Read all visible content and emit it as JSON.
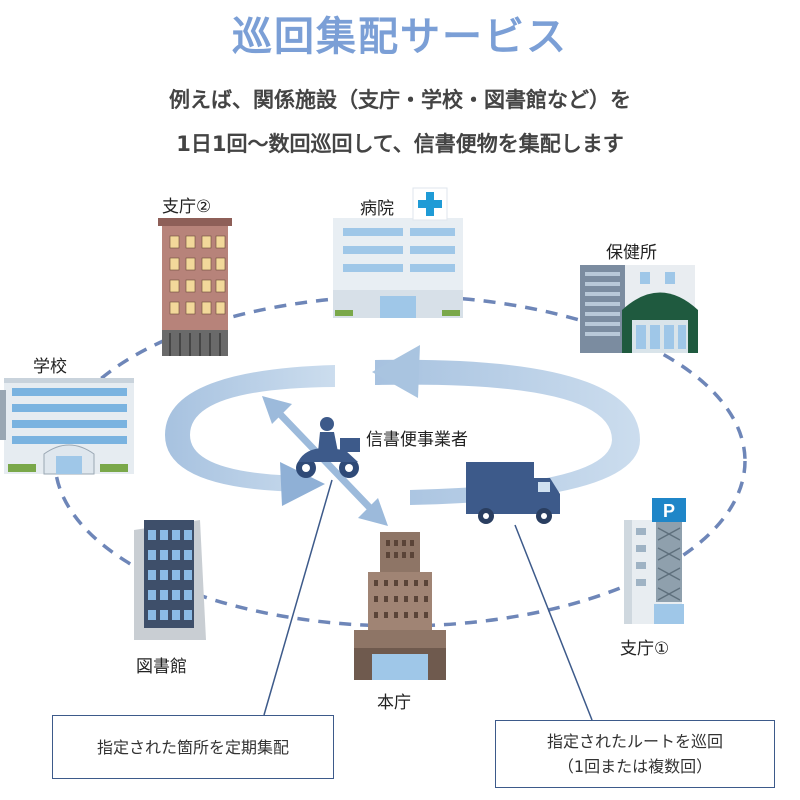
{
  "header": {
    "title": "巡回集配サービス",
    "line1": "例えば、関係施設（支庁・学校・図書館など）を",
    "line2": "1日1回〜数回巡回して、信書便物を集配します"
  },
  "nodes": {
    "branch2": "支庁②",
    "hospital": "病院",
    "health_center": "保健所",
    "school": "学校",
    "courier": "信書便事業者",
    "library": "図書館",
    "head_office": "本庁",
    "branch1": "支庁①"
  },
  "callouts": {
    "scheduled": "指定された箇所を定期集配",
    "route_line1": "指定されたルートを巡回",
    "route_line2": "（1回または複数回）"
  },
  "colors": {
    "title": "#7b9fd6",
    "arrow": "#a9c4e0",
    "dashed_route": "#6e86b8",
    "truck": "#3d5a8a"
  }
}
